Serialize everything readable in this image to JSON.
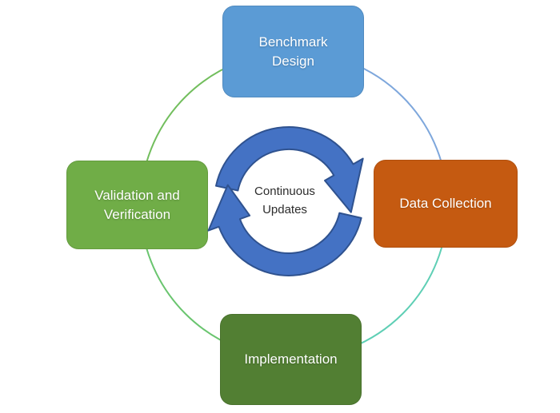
{
  "diagram": {
    "type": "cycle",
    "background": "#ffffff",
    "nodes": [
      {
        "id": "benchmark-design",
        "position": "top",
        "label": "Benchmark\nDesign",
        "fill": "#5B9BD5",
        "text_color": "#ffffff"
      },
      {
        "id": "data-collection",
        "position": "right",
        "label": "Data Collection",
        "fill": "#C55A11",
        "text_color": "#ffffff"
      },
      {
        "id": "implementation",
        "position": "bottom",
        "label": "Implementation",
        "fill": "#527F33",
        "text_color": "#ffffff"
      },
      {
        "id": "validation-verification",
        "position": "left",
        "label": "Validation and\nVerification",
        "fill": "#70AD47",
        "text_color": "#ffffff"
      }
    ],
    "center": {
      "icon": "cycle-arrows-icon",
      "label": "Continuous\nUpdates",
      "arrow_fill": "#4472C4",
      "arrow_stroke": "#2F528F",
      "text_color": "#2d2d2d"
    },
    "ring_segments": [
      {
        "position": "top-left",
        "color": "#72BE5D"
      },
      {
        "position": "top-right",
        "color": "#7EA7DC"
      },
      {
        "position": "bottom-right",
        "color": "#5FCFB5"
      },
      {
        "position": "bottom-left",
        "color": "#6AC56F"
      }
    ]
  }
}
